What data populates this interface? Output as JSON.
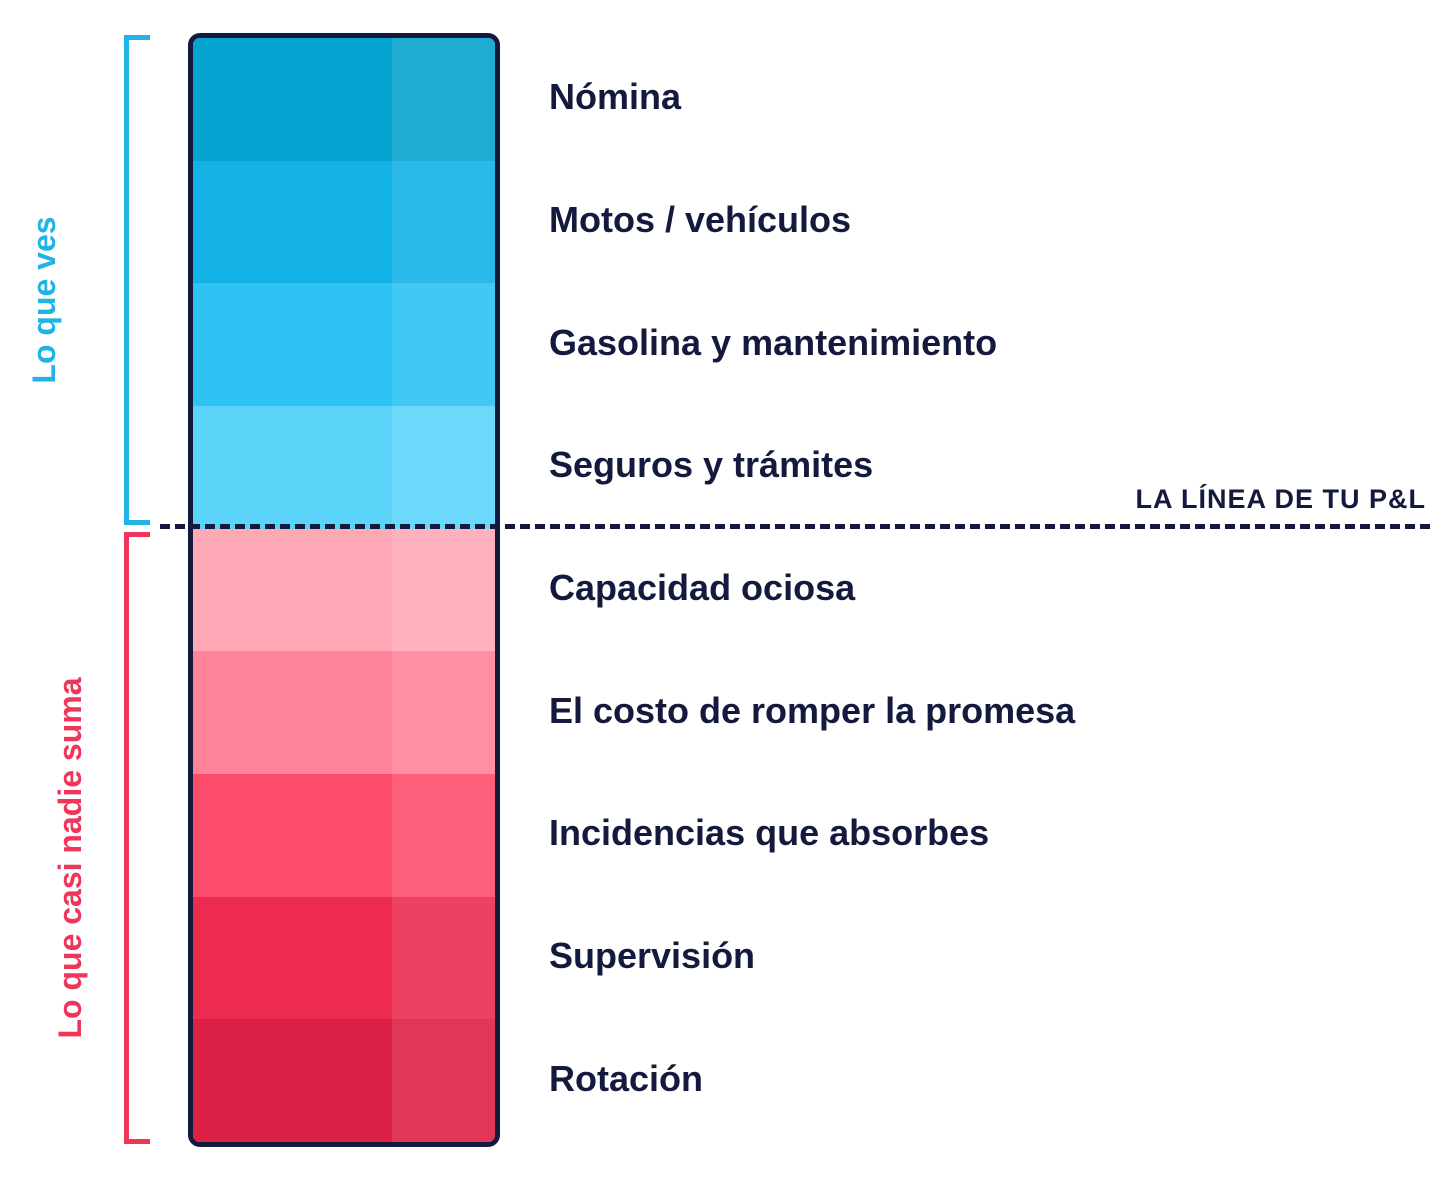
{
  "groups": {
    "visible": {
      "label": "Lo que ves",
      "color": "#1fb3e6",
      "items": [
        {
          "label": "Nómina",
          "color": "#05a3cf"
        },
        {
          "label": "Motos / vehículos",
          "color": "#13b2e7"
        },
        {
          "label": "Gasolina y mantenimiento",
          "color": "#2dc3f2"
        },
        {
          "label": "Seguros y trámites",
          "color": "#5cd4fa"
        }
      ]
    },
    "hidden": {
      "label": "Lo que casi nadie suma",
      "color": "#f0355a",
      "items": [
        {
          "label": "Capacidad ociosa",
          "color": "#ffa9b7"
        },
        {
          "label": "El costo de romper la promesa",
          "color": "#ff8499"
        },
        {
          "label": "Incidencias que absorbes",
          "color": "#fd4c6b"
        },
        {
          "label": "Supervisión",
          "color": "#ec2b4f"
        },
        {
          "label": "Rotación",
          "color": "#dd2146"
        }
      ]
    }
  },
  "divider": {
    "label": "LA LÍNEA DE TU P&L",
    "color": "#141a3d"
  }
}
